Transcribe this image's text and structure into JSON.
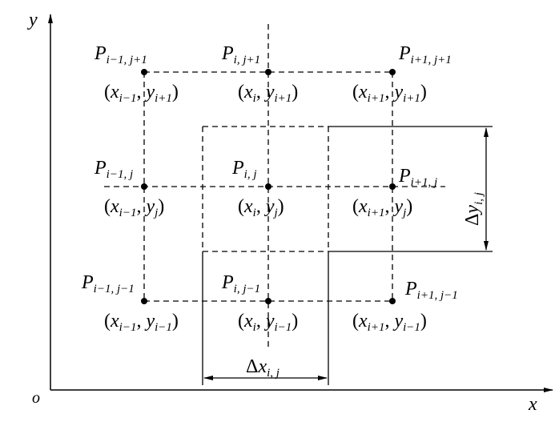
{
  "axes": {
    "x_label": "x",
    "y_label": "y",
    "origin_label": "o"
  },
  "points": [
    {
      "name": "P",
      "sub": "i−1, j+1",
      "cx": "x",
      "cxs": "i−1",
      "cy": "y",
      "cys": "i+1"
    },
    {
      "name": "P",
      "sub": "i, j+1",
      "cx": "x",
      "cxs": "i",
      "cy": "y",
      "cys": "i+1"
    },
    {
      "name": "P",
      "sub": "i+1, j+1",
      "cx": "x",
      "cxs": "i+1",
      "cy": "y",
      "cys": "i+1"
    },
    {
      "name": "P",
      "sub": "i−1, j",
      "cx": "x",
      "cxs": "i−1",
      "cy": "y",
      "cys": "j"
    },
    {
      "name": "P",
      "sub": "i, j",
      "cx": "x",
      "cxs": "i",
      "cy": "y",
      "cys": "j"
    },
    {
      "name": "P",
      "sub": "i+1, j",
      "cx": "x",
      "cxs": "i+1",
      "cy": "y",
      "cys": "j"
    },
    {
      "name": "P",
      "sub": "i−1, j−1",
      "cx": "x",
      "cxs": "i−1",
      "cy": "y",
      "cys": "i−1"
    },
    {
      "name": "P",
      "sub": "i, j−1",
      "cx": "x",
      "cxs": "i",
      "cy": "y",
      "cys": "i−1"
    },
    {
      "name": "P",
      "sub": "i+1, j−1",
      "cx": "x",
      "cxs": "i+1",
      "cy": "y",
      "cys": "i−1"
    }
  ],
  "dimensions": {
    "dx": {
      "delta": "Δ",
      "var": "x",
      "sub": "i, j"
    },
    "dy": {
      "delta": "Δ",
      "var": "y",
      "sub": "i, j"
    }
  }
}
